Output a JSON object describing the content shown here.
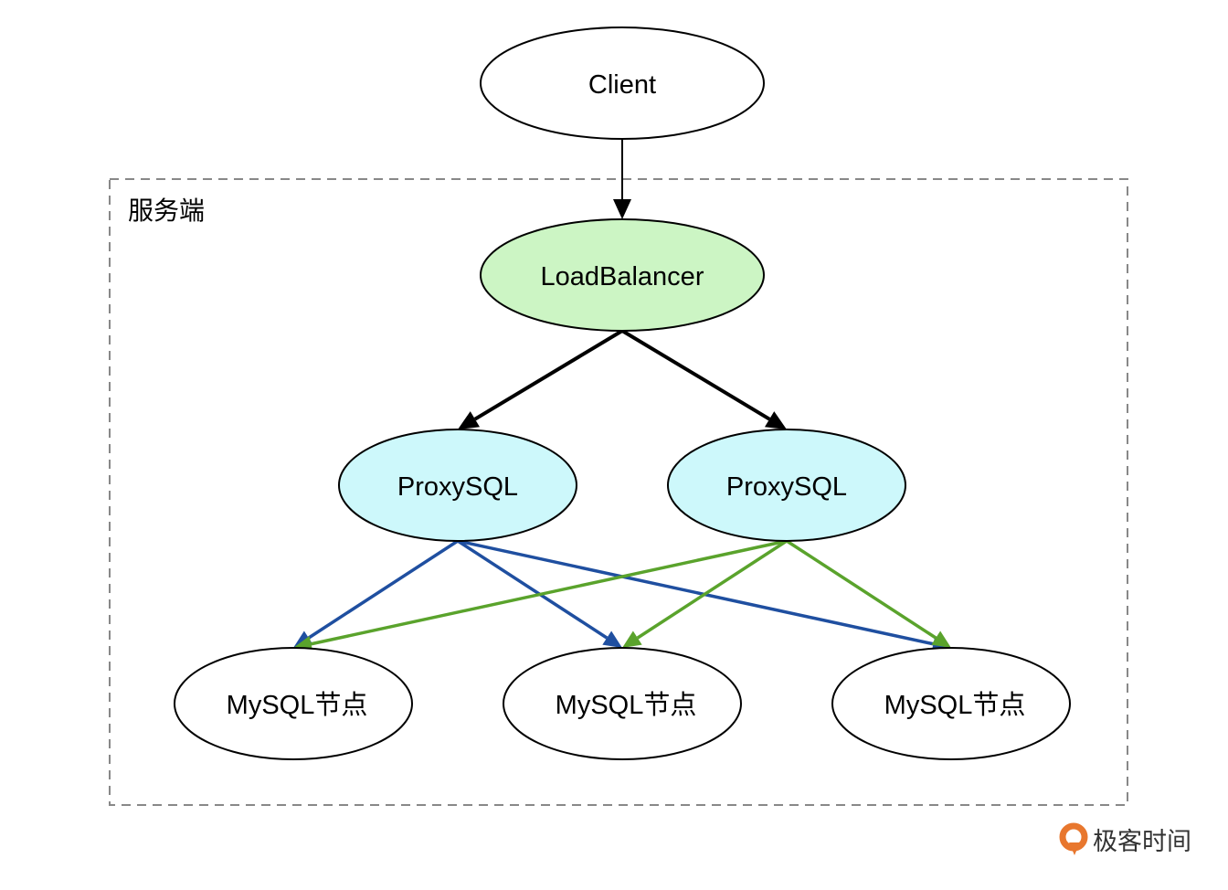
{
  "diagram": {
    "group": {
      "label": "服务端"
    },
    "nodes": [
      {
        "id": "client",
        "label": "Client",
        "fill": "#ffffff"
      },
      {
        "id": "lb",
        "label": "LoadBalancer",
        "fill": "#ccf5c4"
      },
      {
        "id": "proxy1",
        "label": "ProxySQL",
        "fill": "#cdf8fb"
      },
      {
        "id": "proxy2",
        "label": "ProxySQL",
        "fill": "#cdf8fb"
      },
      {
        "id": "mysql1",
        "label": "MySQL节点",
        "fill": "#ffffff"
      },
      {
        "id": "mysql2",
        "label": "MySQL节点",
        "fill": "#ffffff"
      },
      {
        "id": "mysql3",
        "label": "MySQL节点",
        "fill": "#ffffff"
      }
    ],
    "edges": [
      {
        "from": "client",
        "to": "lb",
        "color": "#000000"
      },
      {
        "from": "lb",
        "to": "proxy1",
        "color": "#000000"
      },
      {
        "from": "lb",
        "to": "proxy2",
        "color": "#000000"
      },
      {
        "from": "proxy1",
        "to": "mysql1",
        "color": "#1f4fa0"
      },
      {
        "from": "proxy1",
        "to": "mysql2",
        "color": "#1f4fa0"
      },
      {
        "from": "proxy1",
        "to": "mysql3",
        "color": "#1f4fa0"
      },
      {
        "from": "proxy2",
        "to": "mysql1",
        "color": "#5aa32c"
      },
      {
        "from": "proxy2",
        "to": "mysql2",
        "color": "#5aa32c"
      },
      {
        "from": "proxy2",
        "to": "mysql3",
        "color": "#5aa32c"
      }
    ]
  },
  "brand": {
    "name": "极客时间",
    "accent": "#e8772e"
  }
}
